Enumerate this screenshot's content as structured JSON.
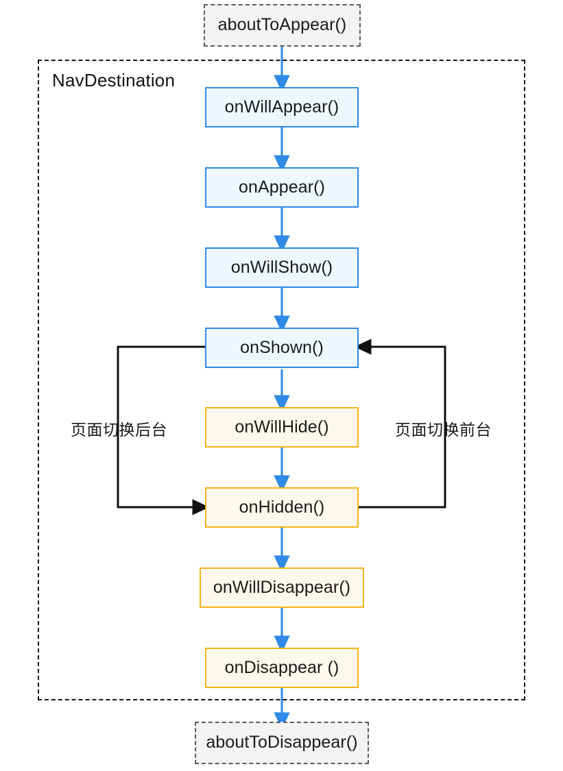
{
  "diagram": {
    "title_frame": "NavDestination",
    "external_nodes": [
      {
        "id": "aboutToAppear",
        "label": "aboutToAppear()",
        "style": "gray"
      },
      {
        "id": "aboutToDisappear",
        "label": "aboutToDisappear()",
        "style": "gray"
      }
    ],
    "lifecycle_nodes": [
      {
        "id": "onWillAppear",
        "label": "onWillAppear()",
        "style": "blue"
      },
      {
        "id": "onAppear",
        "label": "onAppear()",
        "style": "blue"
      },
      {
        "id": "onWillShow",
        "label": "onWillShow()",
        "style": "blue"
      },
      {
        "id": "onShown",
        "label": "onShown()",
        "style": "blue"
      },
      {
        "id": "onWillHide",
        "label": "onWillHide()",
        "style": "orange"
      },
      {
        "id": "onHidden",
        "label": "onHidden()",
        "style": "orange"
      },
      {
        "id": "onWillDisappear",
        "label": "onWillDisappear()",
        "style": "orange"
      },
      {
        "id": "onDisappear",
        "label": "onDisappear ()",
        "style": "orange"
      }
    ],
    "edge_labels": {
      "left_loop": "页面切换后台",
      "right_loop": "页面切换前台"
    },
    "colors": {
      "blue_border": "#2e8ae6",
      "blue_fill": "#eff7fe",
      "orange_border": "#f5b316",
      "orange_fill": "#fdf8ec",
      "gray_border": "#5b5b5b",
      "gray_fill": "#f3f3f3",
      "arrow_blue": "#2e8ae6",
      "arrow_black": "#1a1a1a",
      "frame_border": "#111111"
    }
  }
}
